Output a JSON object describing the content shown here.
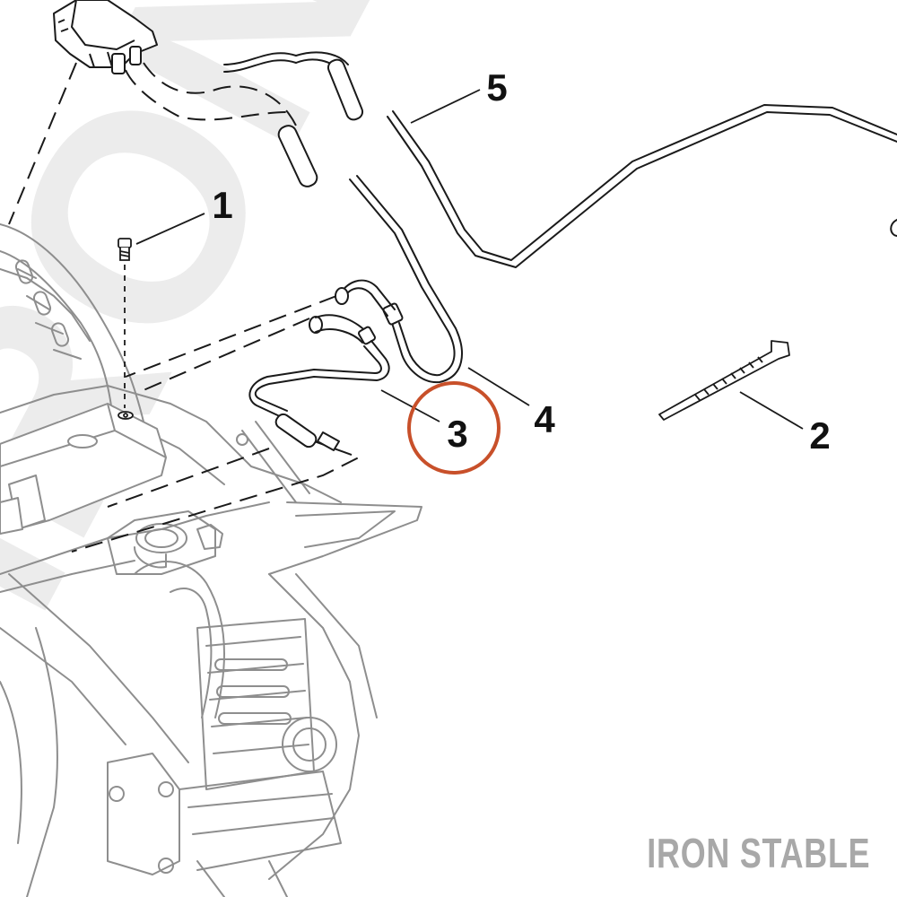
{
  "watermark": {
    "background_text": "IRON STABLE",
    "brand_label": "IRON STABLE"
  },
  "callouts": [
    {
      "id": "1",
      "label": "1",
      "part": "screw"
    },
    {
      "id": "2",
      "label": "2",
      "part": "cable-strap"
    },
    {
      "id": "3",
      "label": "3",
      "part": "hose-assembly",
      "highlighted": true
    },
    {
      "id": "4",
      "label": "4",
      "part": "hose-assembly"
    },
    {
      "id": "5",
      "label": "5",
      "part": "hose-assembly"
    }
  ],
  "colors": {
    "line": "#1a1a1a",
    "frame": "#8e8e8e",
    "highlight": "#c8502a",
    "watermark": "#e6e6e6",
    "brand": "#a8a8a8"
  }
}
